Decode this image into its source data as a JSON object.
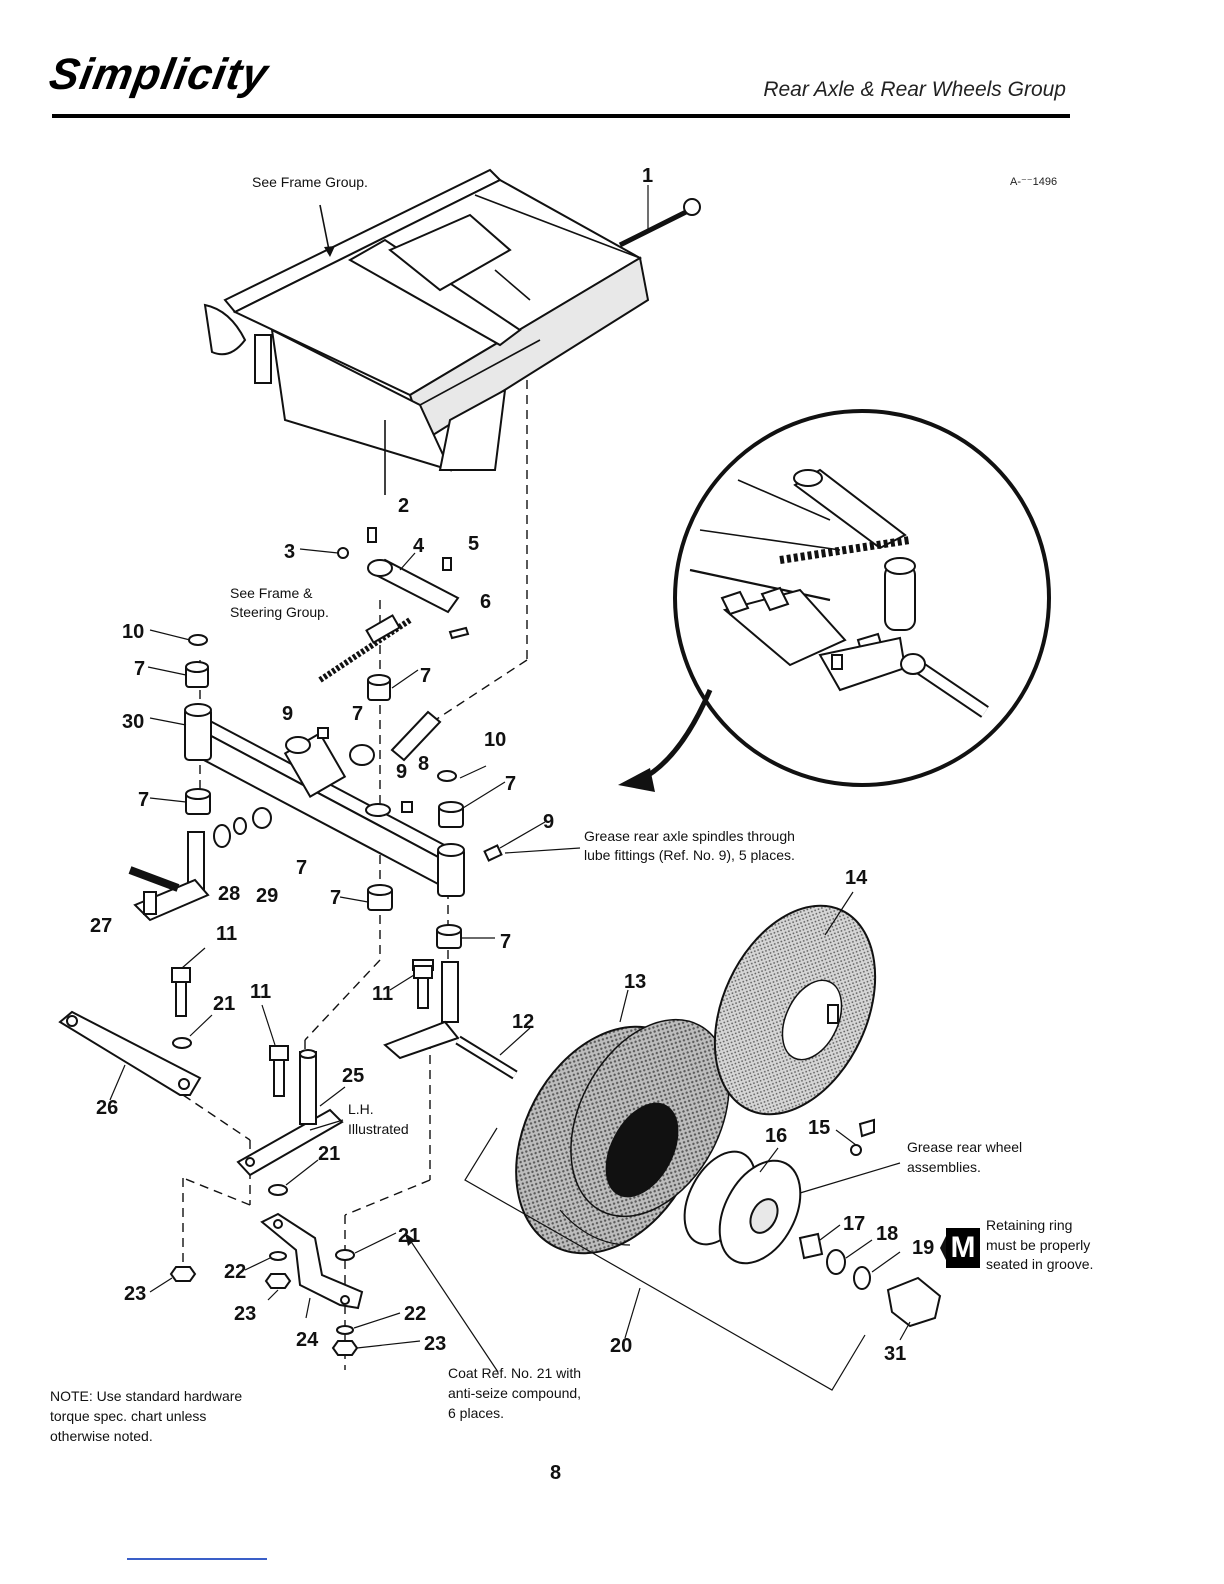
{
  "header": {
    "brand": "Simplicity",
    "section_title": "Rear Axle & Rear Wheels Group",
    "figure_ref": "A-⁻⁻1496"
  },
  "callouts": {
    "see_frame": "See Frame Group.",
    "see_frame_steering_1": "See Frame &",
    "see_frame_steering_2": "Steering Group.",
    "grease_spindles_1": "Grease rear axle spindles through",
    "grease_spindles_2": "lube fittings (Ref. No. 9), 5 places.",
    "lh_1": "L.H.",
    "lh_2": "Illustrated",
    "grease_wheel_1": "Grease rear wheel",
    "grease_wheel_2": "assemblies.",
    "retaining_badge": "M",
    "retaining_1": "Retaining ring",
    "retaining_2": "must be properly",
    "retaining_3": "seated in groove.",
    "coat_1": "Coat Ref. No. 21 with",
    "coat_2": "anti-seize compound,",
    "coat_3": "6 places."
  },
  "note": {
    "line1": "NOTE: Use standard hardware",
    "line2": "torque spec. chart unless",
    "line3": "otherwise noted."
  },
  "page_number": "8",
  "part_numbers": {
    "n1": "1",
    "n2": "2",
    "n3": "3",
    "n4": "4",
    "n5": "5",
    "n6": "6",
    "n7": "7",
    "n8": "8",
    "n9": "9",
    "n10": "10",
    "n11": "11",
    "n12": "12",
    "n13": "13",
    "n14": "14",
    "n15": "15",
    "n16": "16",
    "n17": "17",
    "n18": "18",
    "n19": "19",
    "n20": "20",
    "n21": "21",
    "n22": "22",
    "n23": "23",
    "n24": "24",
    "n25": "25",
    "n26": "26",
    "n27": "27",
    "n28": "28",
    "n29": "29",
    "n30": "30",
    "n31": "31"
  }
}
